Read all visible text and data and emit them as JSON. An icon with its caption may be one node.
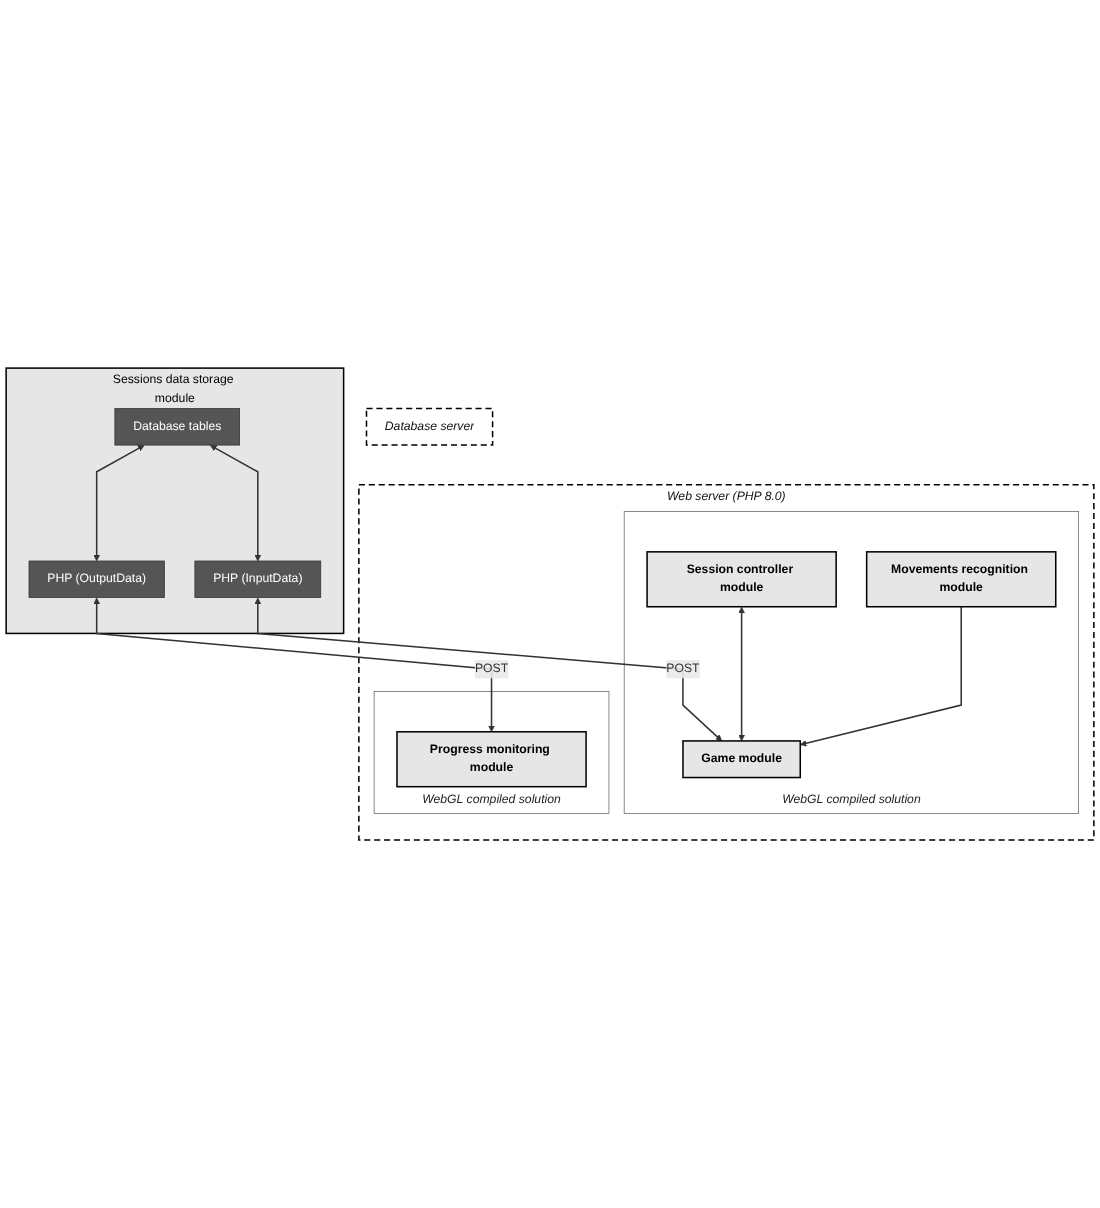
{
  "diagram": {
    "nodes": [
      {
        "text": [
          "Database server"
        ]
      },
      {
        "text": [
          "Web server (PHP 8.0)"
        ]
      },
      {
        "text": [
          "Sessions data storage module"
        ]
      },
      {
        "text": [
          "Database tables"
        ],
        "in": 2
      },
      {
        "text": [
          "PHP (InputData)"
        ],
        "in": 2
      },
      {
        "text": [
          "PHP (OutputData)"
        ],
        "in": 2
      },
      {
        "text": [
          "WebGL compiled solution"
        ],
        "in": 1
      },
      {
        "text": [
          "Session controller module"
        ],
        "in": 6
      },
      {
        "text": [
          "Game module"
        ],
        "in": 6
      },
      {
        "text": [
          "Movements recognition module"
        ],
        "in": 6
      },
      {
        "text": [
          "WebGL compiled solution"
        ],
        "in": 1
      },
      {
        "text": [
          "Progress monitoring module"
        ],
        "in": 10
      }
    ],
    "edges": [
      {
        "from": 3,
        "to": 4,
        "arrow": "both"
      },
      {
        "from": 3,
        "to": 5,
        "arrow": "both"
      },
      {
        "from": 4,
        "to": 8,
        "arrow": "both",
        "label": "POST"
      },
      {
        "from": 5,
        "to": 11,
        "arrow": "both",
        "label": "POST"
      },
      {
        "from": 7,
        "to": 8,
        "arrow": "both"
      },
      {
        "from": 9,
        "to": 8,
        "arrow": "to"
      }
    ]
  }
}
